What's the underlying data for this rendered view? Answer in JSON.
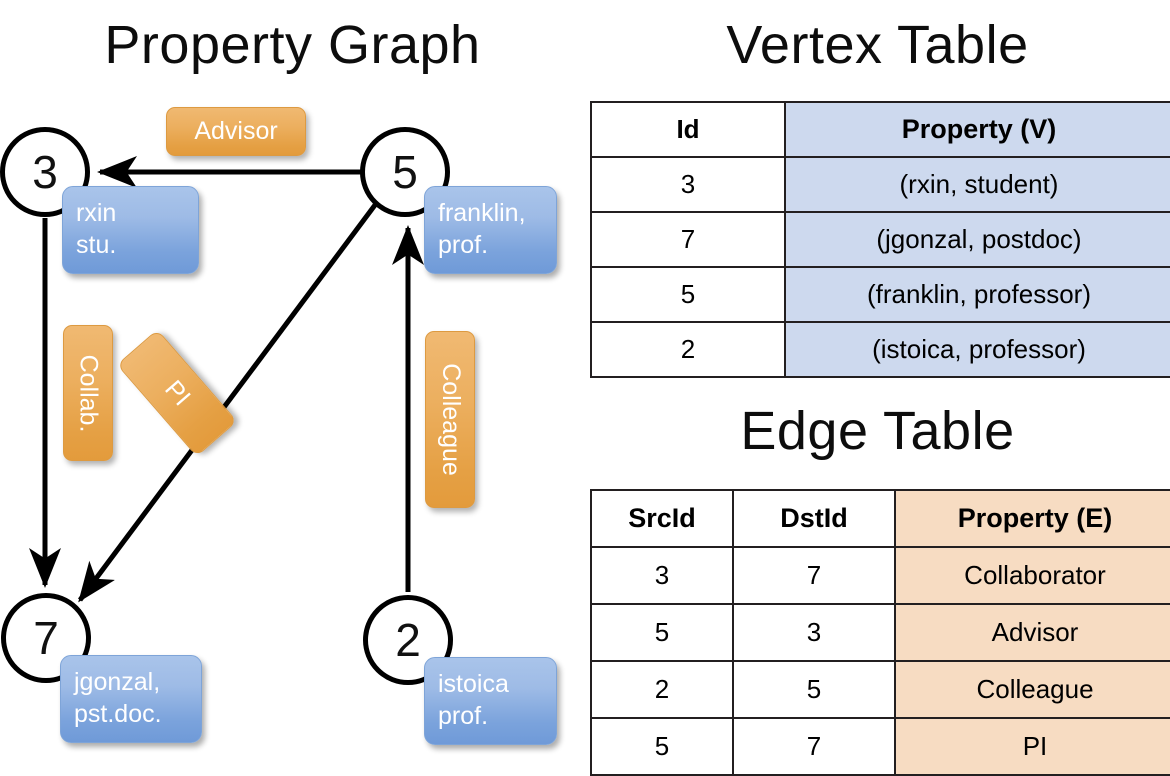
{
  "titles": {
    "property_graph": "Property Graph",
    "vertex_table": "Vertex Table",
    "edge_table": "Edge Table"
  },
  "graph": {
    "nodes": [
      {
        "id": "3",
        "property_label": "rxin\nstu.",
        "line1": "rxin",
        "line2": "stu."
      },
      {
        "id": "5",
        "property_label": "franklin,\nprof.",
        "line1": "franklin,",
        "line2": "prof."
      },
      {
        "id": "7",
        "property_label": "jgonzal,\npst.doc.",
        "line1": "jgonzal,",
        "line2": "pst.doc."
      },
      {
        "id": "2",
        "property_label": "istoica\nprof.",
        "line1": "istoica",
        "line2": "prof."
      }
    ],
    "edge_labels": [
      {
        "name": "advisor",
        "text": "Advisor",
        "orientation": "horizontal"
      },
      {
        "name": "collab",
        "text": "Collab.",
        "orientation": "vertical"
      },
      {
        "name": "pi",
        "text": "PI",
        "orientation": "rotated"
      },
      {
        "name": "colleague",
        "text": "Colleague",
        "orientation": "vertical"
      }
    ],
    "edges": [
      {
        "from": "5",
        "to": "3",
        "label": "Advisor"
      },
      {
        "from": "3",
        "to": "7",
        "label": "Collab."
      },
      {
        "from": "5",
        "to": "7",
        "label": "PI"
      },
      {
        "from": "2",
        "to": "5",
        "label": "Colleague"
      }
    ]
  },
  "vertex_table": {
    "columns": [
      "Id",
      "Property (V)"
    ],
    "rows": [
      {
        "id": "3",
        "property": "(rxin, student)"
      },
      {
        "id": "7",
        "property": "(jgonzal, postdoc)"
      },
      {
        "id": "5",
        "property": "(franklin, professor)"
      },
      {
        "id": "2",
        "property": "(istoica, professor)"
      }
    ]
  },
  "edge_table": {
    "columns": [
      "SrcId",
      "DstId",
      "Property (E)"
    ],
    "rows": [
      {
        "src": "3",
        "dst": "7",
        "property": "Collaborator"
      },
      {
        "src": "5",
        "dst": "3",
        "property": "Advisor"
      },
      {
        "src": "2",
        "dst": "5",
        "property": "Colleague"
      },
      {
        "src": "5",
        "dst": "7",
        "property": "PI"
      }
    ]
  },
  "colors": {
    "vertex_property_fill": "#cdd9ee",
    "edge_property_fill": "#f7dcc2",
    "node_box_blue": "#7ba3dc",
    "edge_label_orange": "#e8a34a",
    "stroke": "#000000"
  }
}
